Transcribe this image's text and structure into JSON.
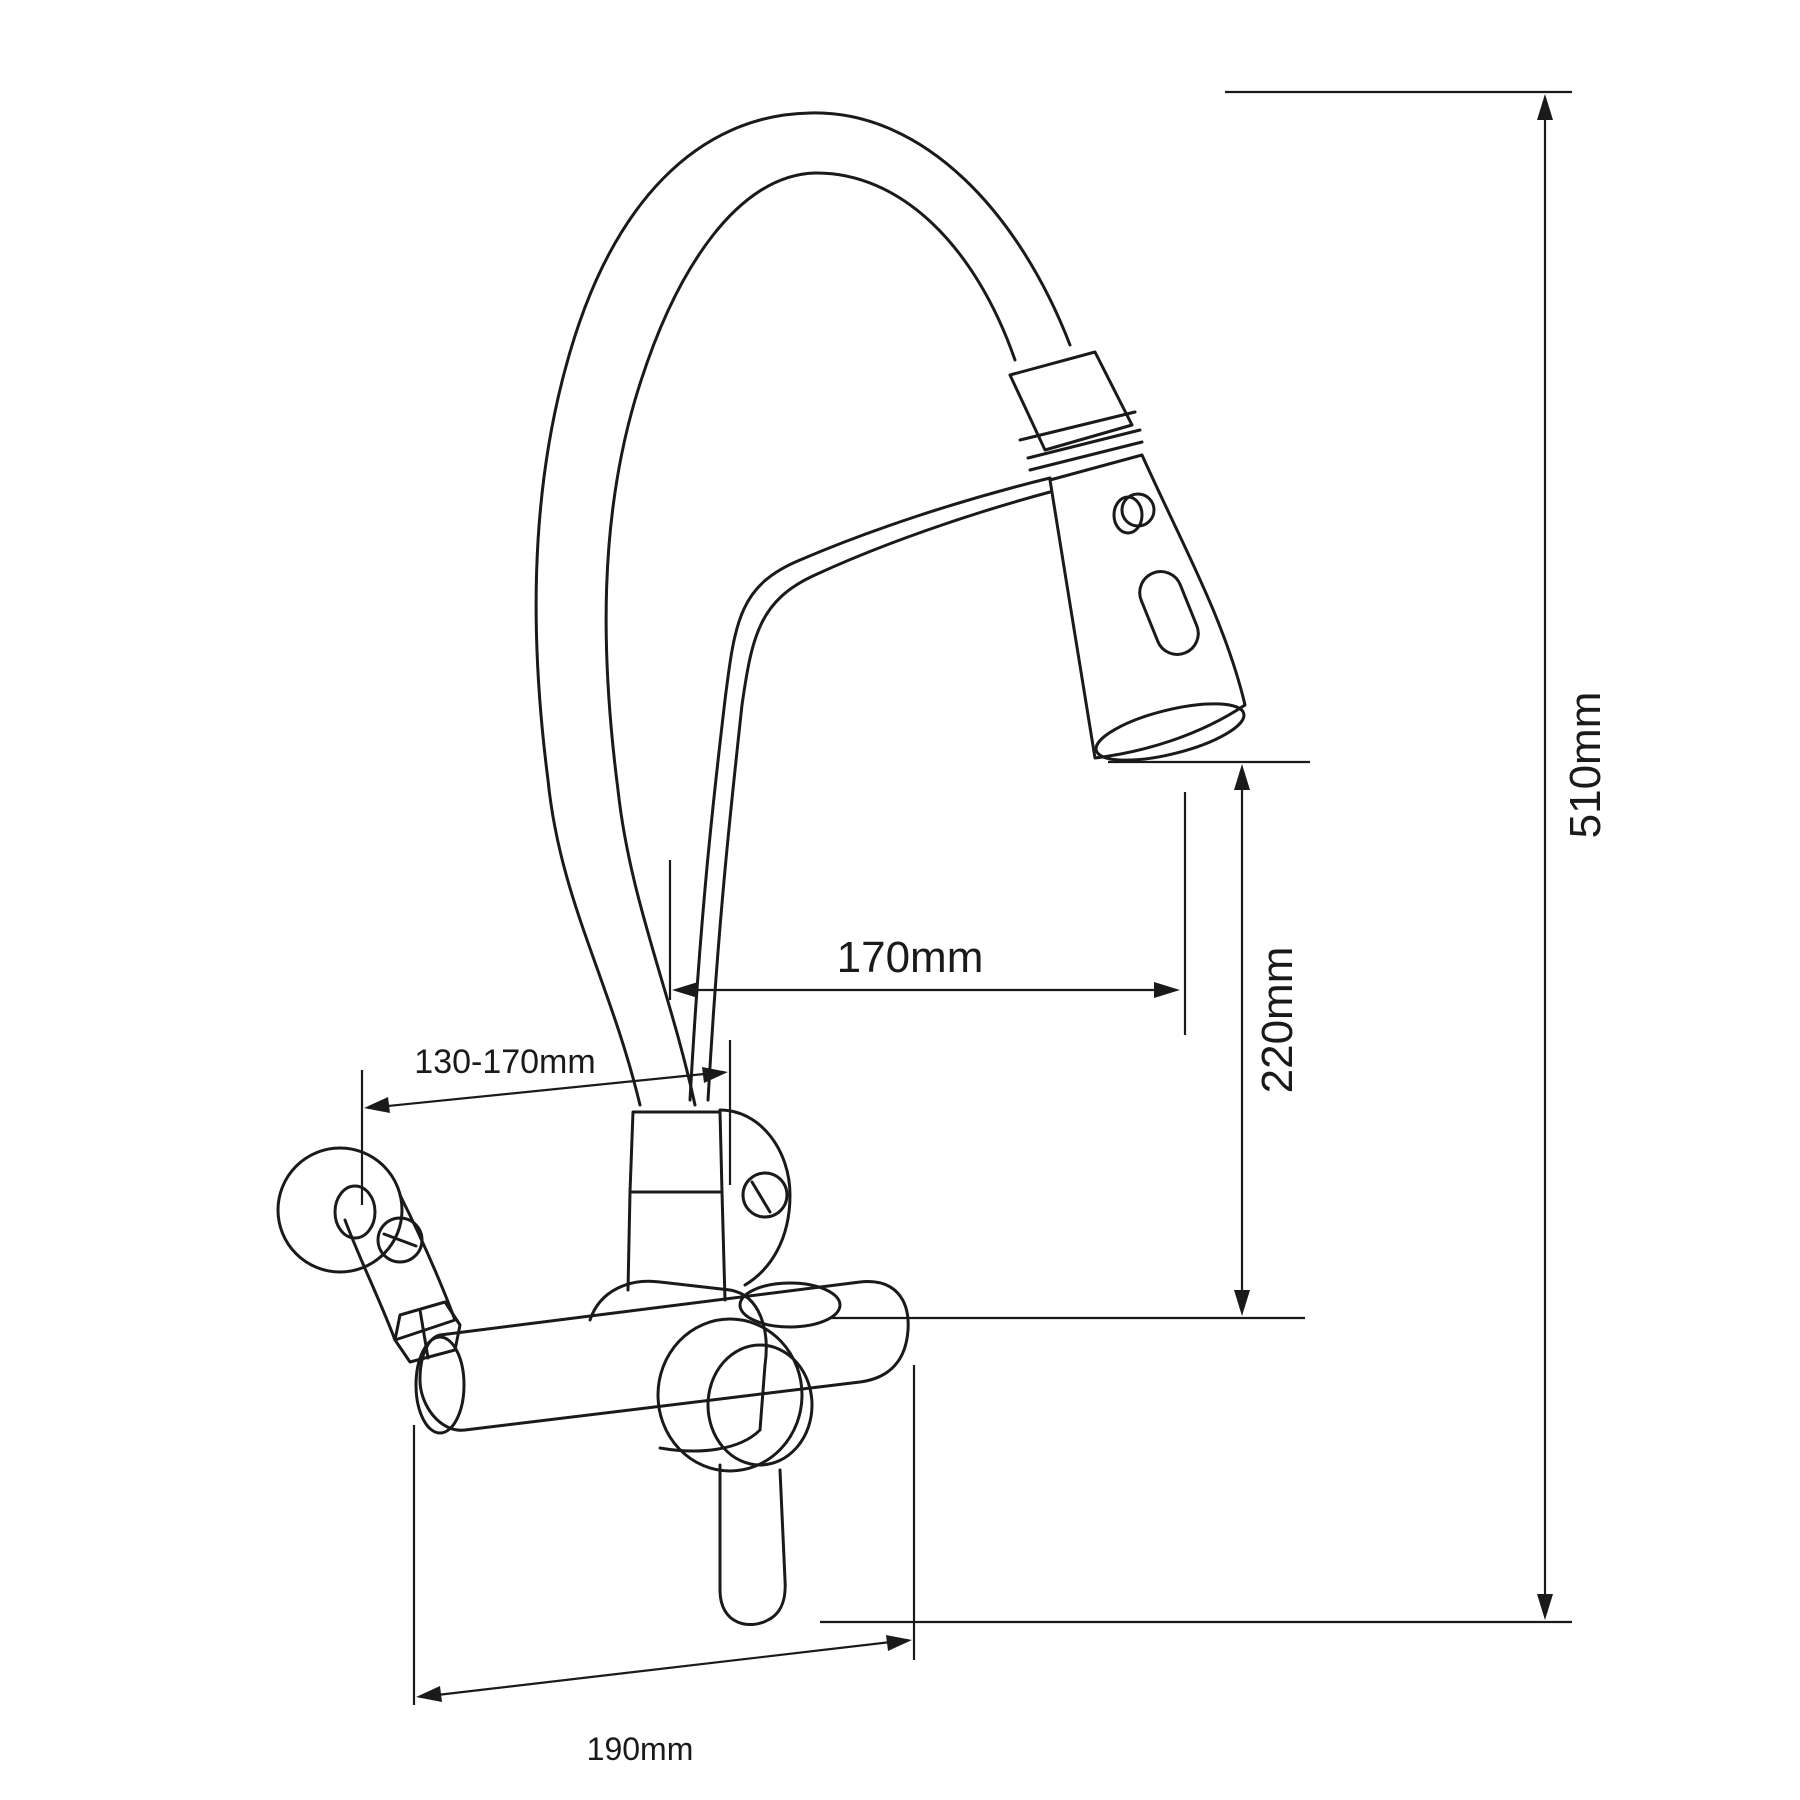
{
  "dimensions": {
    "total_height": "510mm",
    "spout_height": "220mm",
    "spout_reach": "170mm",
    "inlet_spacing": "130-170mm",
    "body_width": "190mm"
  },
  "colors": {
    "line": "#1a1a1a",
    "background": "#ffffff"
  }
}
